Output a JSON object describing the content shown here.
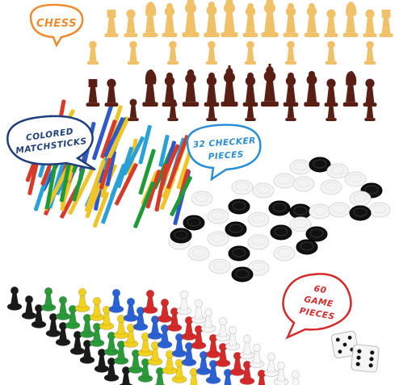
{
  "labels": {
    "chess": "CHESS",
    "matchsticks_line1": "COLORED",
    "matchsticks_line2": "MATCHSTICKS",
    "checkers_line1": "32 CHECKER",
    "checkers_line2": "PIECES",
    "pieces_line1": "60",
    "pieces_line2": "GAME",
    "pieces_line3": "PIECES"
  },
  "colors": {
    "chess_label": "#f08a2a",
    "matchsticks_label": "#1f3f7a",
    "checkers_label": "#2a8ed6",
    "pieces_label": "#d62a2a",
    "chess_light": "#f0c168",
    "chess_dark": "#5a1f14",
    "checker_black": "#111111",
    "checker_white": "#f4f4f4",
    "pawn_colors": [
      "#1a1a1a",
      "#2a9a3a",
      "#f2d21e",
      "#2a62d6",
      "#d62a2a",
      "#f6f6f6"
    ],
    "stick_colors": [
      "#d63a2a",
      "#1f9a3a",
      "#f0c428",
      "#2f58c8",
      "#2aa0d8"
    ]
  },
  "icons": {
    "chess_light": "chess-piece-icon",
    "chess_dark": "chess-piece-icon",
    "checker": "checker-disc-icon",
    "pawn": "pawn-icon",
    "die": "dice-icon"
  }
}
